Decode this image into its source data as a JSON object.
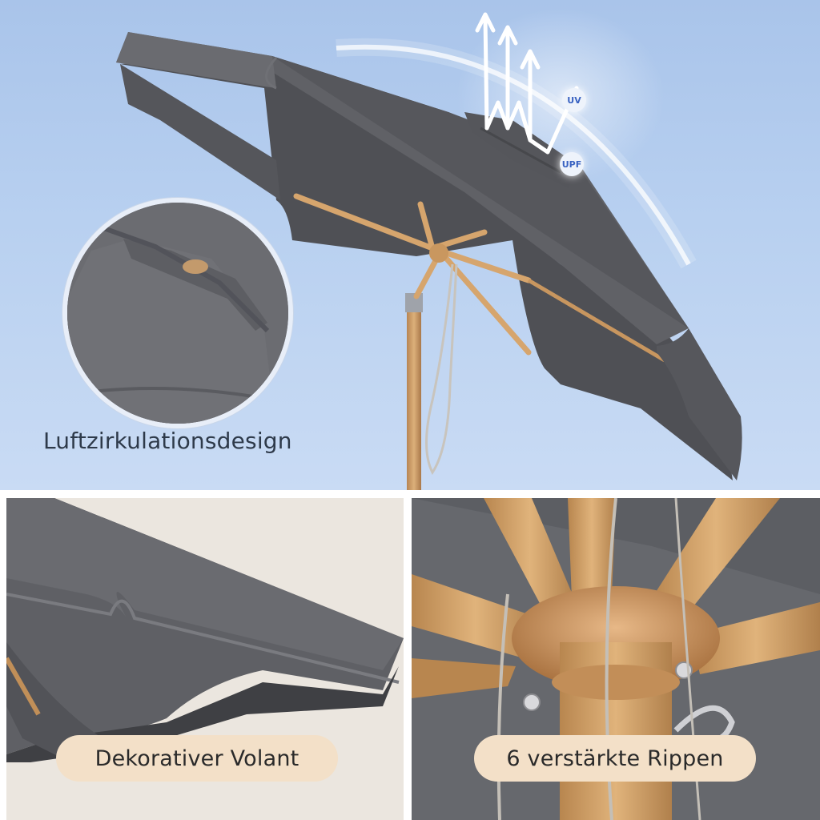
{
  "hero": {
    "caption": "Luftzirkulationsdesign",
    "badges": {
      "uv": "UV",
      "upf": "UPF"
    }
  },
  "panels": {
    "left_caption": "Dekorativer Volant",
    "right_caption": "6 verstärkte Rippen"
  },
  "colors": {
    "sky": "#b8d0f0",
    "canopy": "#5f6065",
    "canopy_shadow": "#4c4d52",
    "wood": "#c99a63",
    "pill": "#f3e0c8",
    "text": "#2e3a4a"
  },
  "icons": [
    "up-arrows-icon"
  ]
}
